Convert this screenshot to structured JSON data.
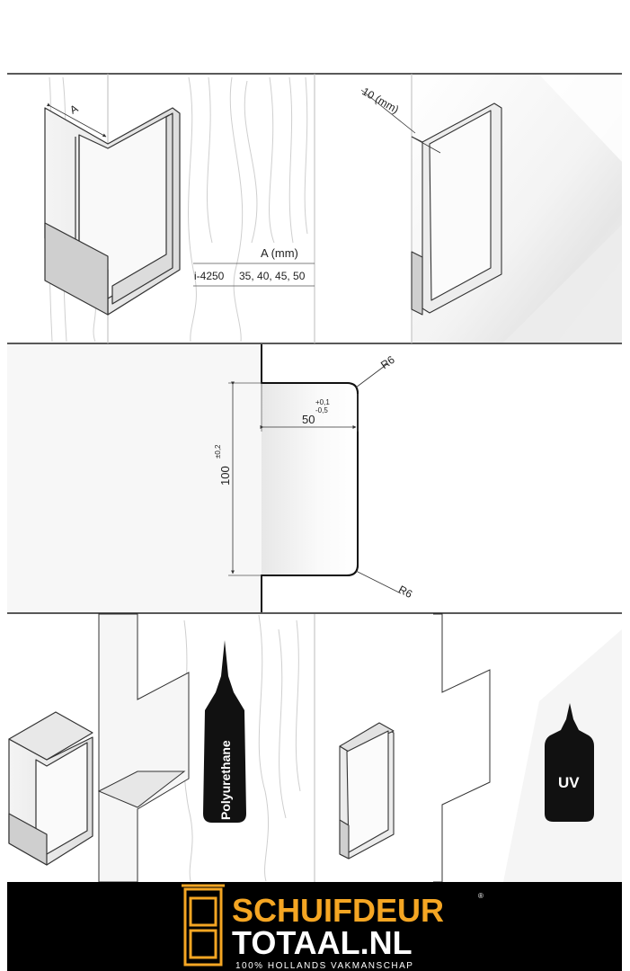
{
  "panel1": {
    "dim_label": "A",
    "table_header": "A (mm)",
    "table_model": "i-4250",
    "table_values": "35, 40, 45, 50"
  },
  "panel2": {
    "dim_label": "10 (mm)"
  },
  "panel3": {
    "radius_top": "R6",
    "radius_bottom": "R6",
    "tol_plus": "+0,1",
    "tol_minus": "-0,5",
    "width_value": "50",
    "height_value": "100",
    "height_tolerance": "±0,2"
  },
  "panel4": {
    "adhesive_label": "Polyurethane"
  },
  "panel5": {
    "adhesive_label": "UV"
  },
  "brand": {
    "line1": "SCHUIFDEUR",
    "line2": "TOTAAL.NL",
    "tagline": "100% HOLLANDS VAKMANSCHAP",
    "registered": "®",
    "accent_color": "#f5a623"
  }
}
